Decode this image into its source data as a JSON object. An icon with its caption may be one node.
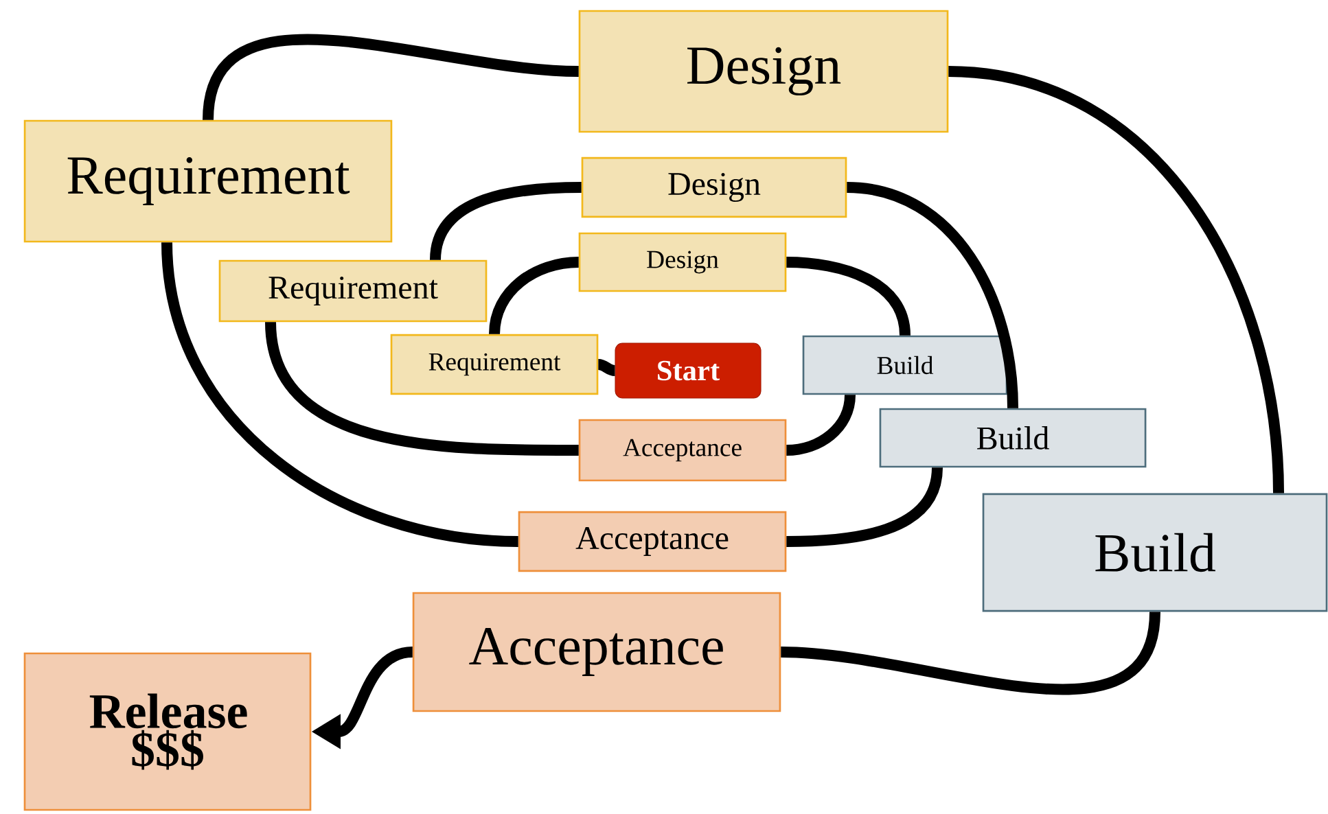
{
  "diagram": {
    "nodes": [
      {
        "text": [
          "Design"
        ]
      },
      {
        "text": [
          "Requirement"
        ]
      },
      {
        "text": [
          "Design"
        ]
      },
      {
        "text": [
          "Requirement"
        ]
      },
      {
        "text": [
          "Design"
        ]
      },
      {
        "text": [
          "Requirement"
        ]
      },
      {
        "text": [
          "Start"
        ]
      },
      {
        "text": [
          "Build"
        ]
      },
      {
        "text": [
          "Build"
        ]
      },
      {
        "text": [
          "Acceptance"
        ]
      },
      {
        "text": [
          "Acceptance"
        ]
      },
      {
        "text": [
          "Build"
        ]
      },
      {
        "text": [
          "Acceptance"
        ]
      },
      {
        "text": [
          "Release $$$"
        ]
      }
    ],
    "edges": [
      {
        "from": 6,
        "to": 5,
        "arrow": "none"
      },
      {
        "from": 5,
        "to": 4,
        "arrow": "none"
      },
      {
        "from": 4,
        "to": 7,
        "arrow": "none"
      },
      {
        "from": 7,
        "to": 9,
        "arrow": "none"
      },
      {
        "from": 9,
        "to": 3,
        "arrow": "none"
      },
      {
        "from": 3,
        "to": 2,
        "arrow": "none"
      },
      {
        "from": 2,
        "to": 8,
        "arrow": "none"
      },
      {
        "from": 8,
        "to": 10,
        "arrow": "none"
      },
      {
        "from": 10,
        "to": 1,
        "arrow": "none"
      },
      {
        "from": 1,
        "to": 0,
        "arrow": "none"
      },
      {
        "from": 0,
        "to": 11,
        "arrow": "none"
      },
      {
        "from": 11,
        "to": 12,
        "arrow": "none"
      },
      {
        "from": 12,
        "to": 13,
        "arrow": "to"
      }
    ]
  }
}
